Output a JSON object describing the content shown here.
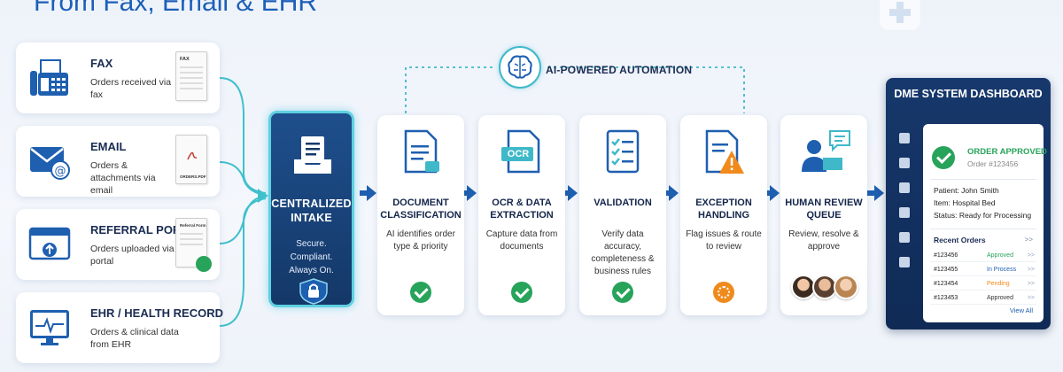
{
  "header": {
    "title": "From Fax, Email & EHR"
  },
  "sources": [
    {
      "title": "FAX",
      "desc": "Orders received via fax",
      "doc_label": "FAX",
      "icon": "fax-machine-icon"
    },
    {
      "title": "EMAIL",
      "desc": "Orders & attachments via email",
      "doc_label": "ORDERS.PDF",
      "icon": "envelope-icon"
    },
    {
      "title": "REFERRAL PORTAL",
      "desc": "Orders uploaded via portal",
      "doc_label": "Referral Form",
      "icon": "portal-upload-icon"
    },
    {
      "title": "EHR / HEALTH RECORD",
      "desc": "Orders & clinical data from EHR",
      "doc_label": "",
      "icon": "monitor-heartbeat-icon"
    }
  ],
  "intake": {
    "title": "CENTRALIZED INTAKE",
    "desc": "Secure. Compliant. Always On."
  },
  "ai_banner": {
    "label": "AI-POWERED AUTOMATION"
  },
  "steps": [
    {
      "title": "DOCUMENT CLASSIFICATION",
      "desc": "AI identifies order type & priority",
      "status": "ok"
    },
    {
      "title": "OCR & DATA EXTRACTION",
      "desc": "Capture data from documents",
      "status": "ok",
      "icon_text": "OCR"
    },
    {
      "title": "VALIDATION",
      "desc": "Verify data accuracy, completeness & business rules",
      "status": "ok"
    },
    {
      "title": "EXCEPTION HANDLING",
      "desc": "Flag issues & route to review",
      "status": "warning"
    },
    {
      "title": "HUMAN REVIEW QUEUE",
      "desc": "Review, resolve & approve",
      "status": "reviewers"
    }
  ],
  "dashboard": {
    "title": "DME SYSTEM DASHBOARD",
    "status": "ORDER APPROVED",
    "order_no": "Order #123456",
    "patient": "Patient: John Smith",
    "item": "Item: Hospital Bed",
    "status_line": "Status: Ready for Processing",
    "recent_title": "Recent Orders",
    "more": ">>",
    "orders": [
      {
        "id": "#123456",
        "status": "Approved",
        "color": "#27a35a"
      },
      {
        "id": "#123455",
        "status": "In Process",
        "color": "#1e5fb0"
      },
      {
        "id": "#123454",
        "status": "Pending",
        "color": "#f08a1c"
      },
      {
        "id": "#123453",
        "status": "Approved",
        "color": "#333333"
      }
    ],
    "row_more": ">>",
    "view_all": "View All"
  },
  "colors": {
    "accent": "#1e5fb0",
    "success": "#27a35a",
    "warning": "#f08a1c",
    "teal": "#3fb9c9",
    "navy": "#143868"
  }
}
